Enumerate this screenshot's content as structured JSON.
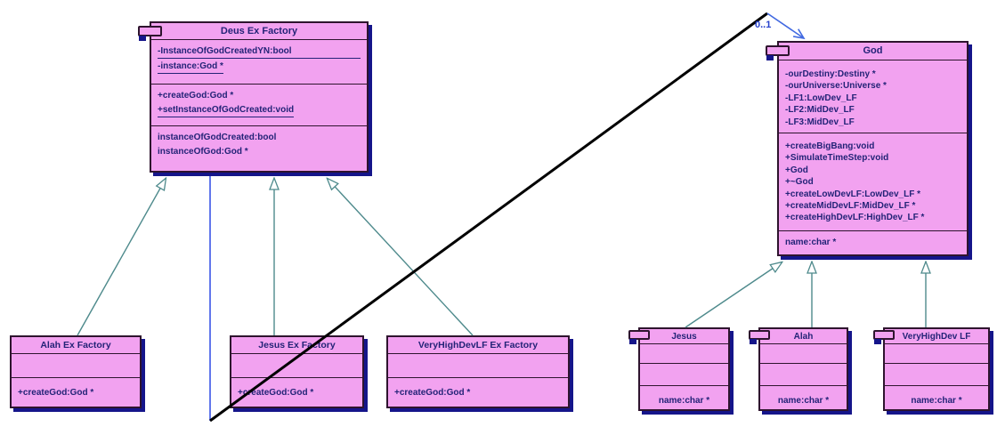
{
  "classes": {
    "deus_ex_factory": {
      "title": "Deus Ex Factory",
      "attributes": [
        "-InstanceOfGodCreatedYN:bool",
        "-instance:God *"
      ],
      "methods": [
        "+createGod:God *",
        "+setInstanceOfGodCreated:void"
      ],
      "properties": [
        "instanceOfGodCreated:bool",
        "instanceOfGod:God *"
      ]
    },
    "god": {
      "title": "God",
      "attributes": [
        "-ourDestiny:Destiny *",
        "-ourUniverse:Universe *",
        "-LF1:LowDev_LF",
        "-LF2:MidDev_LF",
        "-LF3:MidDev_LF"
      ],
      "methods": [
        "+createBigBang:void",
        "+SimulateTimeStep:void",
        "+God",
        "+~God",
        "+createLowDevLF:LowDev_LF *",
        "+createMidDevLF:MidDev_LF *",
        "+createHighDevLF:HighDev_LF *"
      ],
      "properties": [
        "name:char *"
      ]
    },
    "alah_ex_factory": {
      "title": "Alah Ex Factory",
      "methods": [
        "+createGod:God *"
      ]
    },
    "jesus_ex_factory": {
      "title": "Jesus Ex Factory",
      "methods": [
        "+createGod:God *"
      ]
    },
    "veryhighdevlf_ex_factory": {
      "title": "VeryHighDevLF Ex Factory",
      "methods": [
        "+createGod:God *"
      ]
    },
    "jesus": {
      "title": "Jesus",
      "properties": [
        "name:char *"
      ]
    },
    "alah": {
      "title": "Alah",
      "properties": [
        "name:char *"
      ]
    },
    "veryhighdev_lf": {
      "title": "VeryHighDev LF",
      "properties": [
        "name:char *"
      ]
    }
  },
  "association": {
    "multiplicity": "0..1"
  },
  "colors": {
    "class_fill": "#F2A2F0",
    "class_border": "#2E142E",
    "class_shadow": "#15158A",
    "member_text": "#232377",
    "inheritance_line": "#4E8A8C",
    "association_line": "#4169E1",
    "crossing_line": "#000000",
    "background": "#FFFFFF"
  }
}
